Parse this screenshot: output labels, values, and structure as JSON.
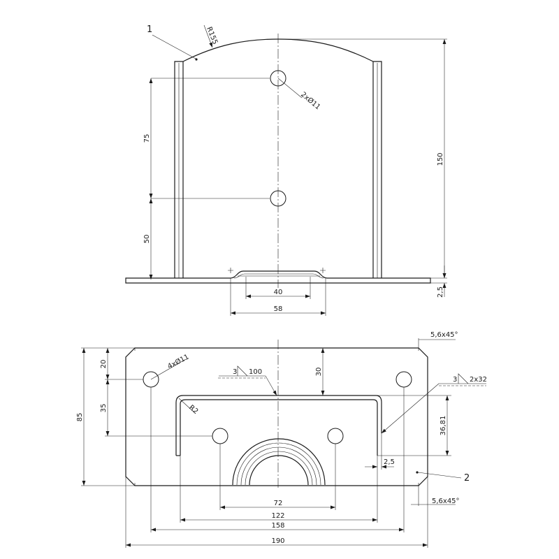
{
  "front_view": {
    "part_label": "1",
    "radius": "R155",
    "hole_callout": "2xØ11",
    "dim_75": "75",
    "dim_50": "50",
    "dim_150": "150",
    "dim_40": "40",
    "dim_58": "58",
    "dim_2_5": "2,5"
  },
  "plan_view": {
    "part_label": "2",
    "hole_callout": "4xØ11",
    "bend_radius": "R2",
    "weld_1_size": "3",
    "weld_1_length": "100",
    "weld_2_size": "3",
    "weld_2_spec": "2x32",
    "chamfer_top": "5,6x45°",
    "chamfer_bottom": "5,6x45°",
    "dim_20": "20",
    "dim_35": "35",
    "dim_85": "85",
    "dim_30": "30",
    "dim_36_81": "36,81",
    "dim_2_5": "2,5",
    "dim_72": "72",
    "dim_122": "122",
    "dim_158": "158",
    "dim_190": "190"
  }
}
